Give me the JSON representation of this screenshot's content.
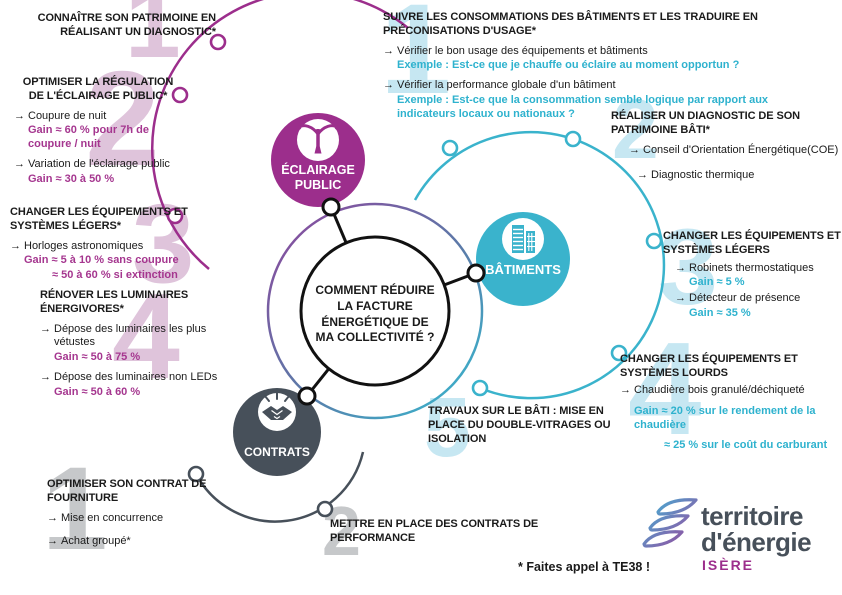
{
  "colors": {
    "magenta_hub": "#9C2E8C",
    "magenta_text": "#A5368F",
    "teal_hub": "#3AB3CC",
    "teal_text": "#2EB2CE",
    "dark_hub": "#47505A",
    "pink_watermark": "#DFC4DB",
    "blue_watermark": "#C6E7F2",
    "gray_watermark": "#C6C8CA"
  },
  "icons": {
    "arrow": "→"
  },
  "center": {
    "question": "COMMENT RÉDUIRE LA FACTURE ÉNERGÉTIQUE DE MA COLLECTIVITÉ ?"
  },
  "hubs": {
    "eclairage": {
      "label": "ÉCLAIRAGE PUBLIC",
      "icon": "streetlight-icon"
    },
    "batiments": {
      "label": "BÂTIMENTS",
      "icon": "buildings-icon"
    },
    "contrats": {
      "label": "CONTRATS",
      "icon": "handshake-icon"
    }
  },
  "eclairage_sections": [
    {
      "num": "1",
      "title": "CONNAÎTRE SON PATRIMOINE EN RÉALISANT UN DIAGNOSTIC*"
    },
    {
      "num": "2",
      "title": "OPTIMISER LA RÉGULATION DE L'ÉCLAIRAGE PUBLIC*",
      "bullets": [
        {
          "text": "Coupure de nuit",
          "gain": "Gain ≈ 60 % pour 7h de coupure / nuit"
        },
        {
          "text": "Variation de l'éclairage public",
          "gain": "Gain ≈ 30 à 50 %"
        }
      ]
    },
    {
      "num": "3",
      "title": "CHANGER LES ÉQUIPEMENTS ET SYSTÈMES LÉGERS*",
      "bullets": [
        {
          "text": "Horloges astronomiques",
          "gain": "Gain ≈ 5 à 10 % sans coupure",
          "gain2": "≈ 50 à 60 % si extinction"
        }
      ]
    },
    {
      "num": "4",
      "title": "RÉNOVER LES LUMINAIRES ÉNERGIVORES*",
      "bullets": [
        {
          "text": "Dépose des luminaires les plus vétustes",
          "gain": "Gain ≈ 50 à 75 %"
        },
        {
          "text": "Dépose des luminaires non LEDs",
          "gain": "Gain ≈ 50 à 60 %"
        }
      ]
    }
  ],
  "batiments_sections": [
    {
      "num": "1",
      "title": "SUIVRE LES CONSOMMATIONS DES BÂTIMENTS ET LES TRADUIRE EN PRÉCONISATIONS D'USAGE*",
      "bullets": [
        {
          "text": "Vérifier le bon usage des équipements et bâtiments",
          "example": "Exemple : Est-ce que je chauffe ou éclaire au moment opportun ?"
        },
        {
          "text": "Vérifier la performance globale d'un bâtiment",
          "example": "Exemple : Est-ce que la consommation semble logique par rapport aux indicateurs locaux ou nationaux ?"
        }
      ]
    },
    {
      "num": "2",
      "title": "RÉALISER UN DIAGNOSTIC DE SON PATRIMOINE BÂTI*",
      "bullets": [
        {
          "text": "Conseil d'Orientation Énergétique(COE)"
        },
        {
          "text": "Diagnostic thermique"
        }
      ]
    },
    {
      "num": "3",
      "title": "CHANGER LES ÉQUIPEMENTS ET SYSTÈMES LÉGERS",
      "bullets": [
        {
          "text": "Robinets thermostatiques",
          "gain": "Gain ≈ 5 %"
        },
        {
          "text": "Détecteur de présence",
          "gain": "Gain ≈ 35 %"
        }
      ]
    },
    {
      "num": "4",
      "title": "CHANGER LES ÉQUIPEMENTS ET SYSTÈMES LOURDS",
      "bullets": [
        {
          "text": "Chaudière bois granulé/déchiqueté",
          "gain": "Gain ≈ 20 % sur le rendement de la chaudière",
          "gain2": "≈ 25 % sur le coût du carburant"
        }
      ]
    },
    {
      "num": "5",
      "title": "TRAVAUX SUR LE BÂTI : MISE EN PLACE DU DOUBLE-VITRAGES OU ISOLATION"
    }
  ],
  "contrats_sections": [
    {
      "num": "1",
      "title": "OPTIMISER SON CONTRAT DE FOURNITURE",
      "bullets": [
        {
          "text": "Mise en concurrence"
        },
        {
          "text": "Achat groupé*"
        }
      ]
    },
    {
      "num": "2",
      "title": "METTRE EN PLACE DES CONTRATS DE PERFORMANCE"
    }
  ],
  "footnote": "* Faites appel à TE38 !",
  "logo": {
    "line1": "territoire",
    "line2": "d'énergie",
    "region": "ISÈRE",
    "icon": "territoire-energie-leaves-icon"
  }
}
